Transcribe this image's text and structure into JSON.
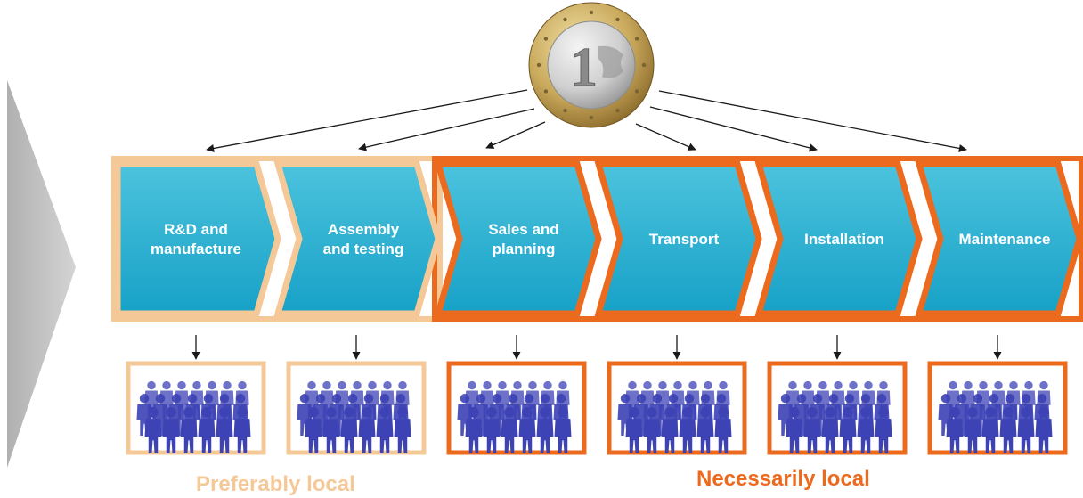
{
  "coin": {
    "denomination": "1"
  },
  "stages": [
    {
      "lines": [
        "R&D and",
        "manufacture"
      ],
      "group": "preferably"
    },
    {
      "lines": [
        "Assembly",
        "and testing"
      ],
      "group": "preferably"
    },
    {
      "lines": [
        "Sales and",
        "planning"
      ],
      "group": "necessarily"
    },
    {
      "lines": [
        "Transport"
      ],
      "group": "necessarily"
    },
    {
      "lines": [
        "Installation"
      ],
      "group": "necessarily"
    },
    {
      "lines": [
        "Maintenance"
      ],
      "group": "necessarily"
    }
  ],
  "groups": {
    "preferably": {
      "label": "Preferably local",
      "color": "#f5c898"
    },
    "necessarily": {
      "label": "Necessarily local",
      "color": "#ec6a1e"
    }
  },
  "colors": {
    "chevron_top": "#4cc3dd",
    "chevron_bottom": "#17a1c7",
    "people": "#3d42b5",
    "side_arrow": "#c2c2c2",
    "coin_gold": "#c9a95c",
    "coin_silver": "#d6d6d6"
  }
}
